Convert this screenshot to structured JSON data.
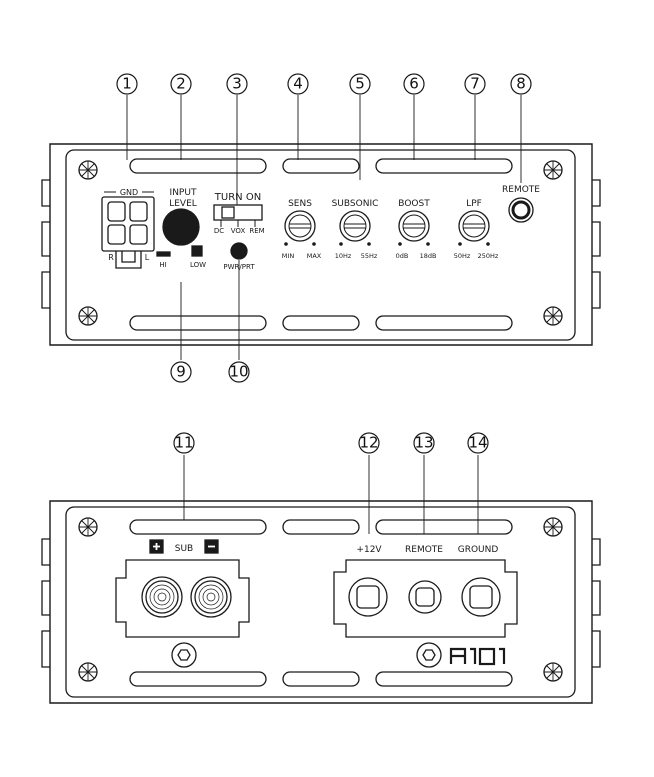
{
  "callouts": [
    "1",
    "2",
    "3",
    "4",
    "5",
    "6",
    "7",
    "8",
    "9",
    "10",
    "11",
    "12",
    "13",
    "14"
  ],
  "front": {
    "gnd": "GND",
    "r": "R",
    "l": "L",
    "input_level": [
      "INPUT",
      "LEVEL"
    ],
    "hi": "HI",
    "low": "LOW",
    "turn_on": "TURN ON",
    "dc": "DC",
    "vox": "VOX",
    "rem": "REM",
    "pwr_prt": "PWR/PRT",
    "knobs": [
      {
        "name": "SENS",
        "min": "MIN",
        "max": "MAX"
      },
      {
        "name": "SUBSONIC",
        "min": "10Hz",
        "max": "55Hz"
      },
      {
        "name": "BOOST",
        "min": "0dB",
        "max": "18dB"
      },
      {
        "name": "LPF",
        "min": "50Hz",
        "max": "250Hz"
      }
    ],
    "remote": "REMOTE"
  },
  "rear": {
    "sub": "SUB",
    "plus12v": "+12V",
    "remote": "REMOTE",
    "ground": "GROUND",
    "logo": "A101"
  }
}
